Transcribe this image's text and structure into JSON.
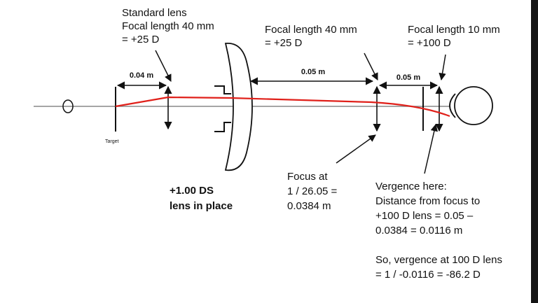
{
  "labels": {
    "standard_lens": [
      "Standard lens",
      "Focal length 40 mm",
      "= +25 D"
    ],
    "middle_lens": [
      "Focal length 40 mm",
      "= +25 D"
    ],
    "eye_lens": [
      "Focal length 10 mm",
      "= +100 D"
    ],
    "ds_lens": [
      "+1.00 DS",
      "lens in place"
    ],
    "focus": [
      "Focus at",
      "1 / 26.05 =",
      "0.0384 m"
    ],
    "vergence": [
      "Vergence here:",
      "Distance from focus to",
      "+100 D lens = 0.05 –",
      "0.0384 = 0.0116 m",
      "",
      "So, vergence at 100 D lens",
      "= 1 / -0.0116 = -86.2 D"
    ]
  },
  "dimensions": {
    "d1": "0.04 m",
    "d2": "0.05 m",
    "d3": "0.05 m"
  },
  "target_label": "Target",
  "colors": {
    "ray": "#e0201a",
    "line": "#111111"
  }
}
